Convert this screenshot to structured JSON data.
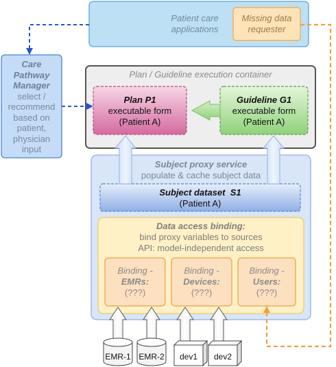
{
  "patient_care": {
    "title_line1": "Patient care",
    "title_line2": "applications",
    "requester_line1": "Missing data",
    "requester_line2": "requester"
  },
  "care_pathway": {
    "title_line1": "Care",
    "title_line2": "Pathway",
    "title_line3": "Manager",
    "desc_lines": [
      "select /",
      "recommend",
      "based on",
      "patient,",
      "physician",
      "input"
    ]
  },
  "execution_container": {
    "title": "Plan / Guideline execution container",
    "plan": {
      "title": "Plan P1",
      "line2": "executable form",
      "line3": "(Patient A)"
    },
    "guideline": {
      "title": "Guideline G1",
      "line2": "executable form",
      "line3": "(Patient A)"
    }
  },
  "subject_proxy": {
    "title": "Subject proxy service",
    "subtitle": "populate & cache subject data",
    "dataset_title": "Subject dataset  S1",
    "dataset_sub": "(Patient A)"
  },
  "data_access": {
    "title": "Data access binding:",
    "line2": "bind proxy variables to sources",
    "line3": "API: model-independent access",
    "bindings": [
      {
        "prefix": "Binding -",
        "name": "EMRs:",
        "value": "(???)"
      },
      {
        "prefix": "Binding -",
        "name": "Devices:",
        "value": "(???)"
      },
      {
        "prefix": "Binding -",
        "name": "Users:",
        "value": "(???)"
      }
    ]
  },
  "sources": {
    "emr1": "EMR-1",
    "emr2": "EMR-2",
    "dev1": "dev1",
    "dev2": "dev2"
  },
  "colors": {
    "blue_dash": "#2255dd",
    "orange_dash": "#f0a040",
    "panel_blue": "#d8e6f8"
  }
}
